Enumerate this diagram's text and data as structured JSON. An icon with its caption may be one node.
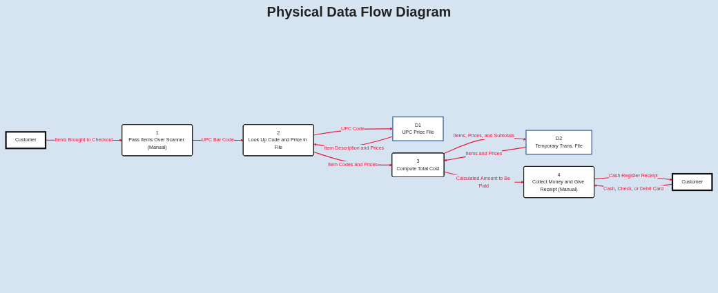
{
  "diagram": {
    "title": "Physical Data Flow Diagram",
    "nodes": [
      {
        "text": [
          "Customer"
        ]
      },
      {
        "text": [
          "D1",
          "UPC Price File"
        ]
      },
      {
        "text": [
          "D2",
          "Temporary Trans. File"
        ]
      },
      {
        "text": [
          "Customer"
        ]
      },
      {
        "text": [
          "1",
          "Pass Items Over Scanner (Manual)"
        ]
      },
      {
        "text": [
          "2",
          "Look Up Code and Price in File"
        ]
      },
      {
        "text": [
          "3",
          "Compute Total Cost"
        ]
      },
      {
        "text": [
          "4",
          "Collect Money and Give Receipt (Manual)"
        ]
      }
    ],
    "edges": [
      {
        "from": 0,
        "to": 4,
        "arrow": "to",
        "label": "Items Brought to Checkout"
      },
      {
        "from": 5,
        "to": 1,
        "arrow": "to",
        "label": "UPC Code"
      },
      {
        "from": 1,
        "to": 5,
        "arrow": "to",
        "label": "Item Description and Prices"
      },
      {
        "from": 2,
        "to": 6,
        "arrow": "to",
        "label": "Items and Prices"
      },
      {
        "from": 6,
        "to": 2,
        "arrow": "to",
        "label": "Items, Prices, and Subtotals"
      },
      {
        "from": 3,
        "to": 7,
        "arrow": "to",
        "label": "Cash, Check, or Debit Card"
      },
      {
        "from": 7,
        "to": 3,
        "arrow": "to",
        "label": "Cash Register Receipt"
      },
      {
        "from": 4,
        "to": 5,
        "arrow": "to",
        "label": "UPC Bar Code"
      },
      {
        "from": 5,
        "to": 6,
        "arrow": "to",
        "label": "Item Codes and Prices"
      },
      {
        "from": 6,
        "to": 7,
        "arrow": "to",
        "label": "Calculated Amount to Be Paid"
      }
    ]
  }
}
